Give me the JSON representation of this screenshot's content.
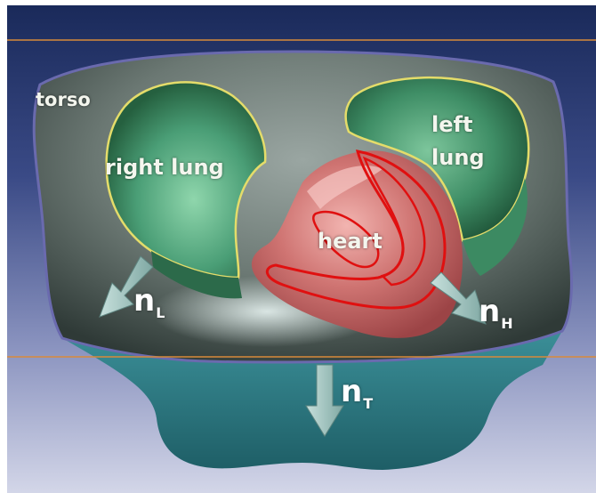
{
  "labels": {
    "torso": "torso",
    "right_lung": "right lung",
    "left_lung_line1": "left",
    "left_lung_line2": "lung",
    "heart": "heart"
  },
  "normals": {
    "lung": {
      "symbol": "n",
      "subscript": "L"
    },
    "heart": {
      "symbol": "n",
      "subscript": "H"
    },
    "torso": {
      "symbol": "n",
      "subscript": "T"
    }
  },
  "colors": {
    "background_top": "#1e2c5c",
    "background_bottom": "#c9cde2",
    "torso_surface": "#6d7a75",
    "torso_rim": "#6a6aae",
    "torso_bottom": "#2e7f88",
    "lung": "#3f8f6e",
    "lung_outline": "#e4dc6a",
    "heart": "#c86a6a",
    "heart_outline": "#e01010",
    "cut_plane": "#d88a3a",
    "arrow": "#a9c8c4"
  }
}
